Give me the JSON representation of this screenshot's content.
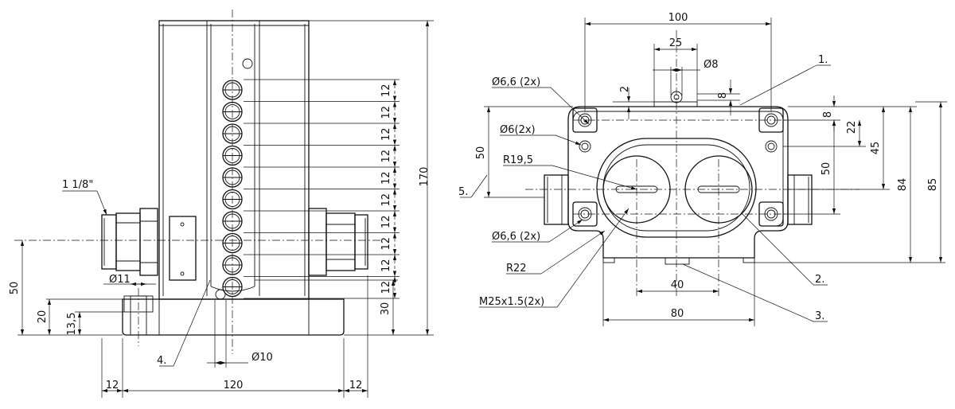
{
  "side_view": {
    "thread_label": "1 1/8\"",
    "dim_total_height": "170",
    "dim_pitch": "12",
    "dim_base_height": "30",
    "dim_mount_height": "50",
    "dim_hole_height": "20",
    "dim_counterbore_height": "13,5",
    "dim_hole_dia": "Ø11",
    "dim_pin_dia": "Ø10",
    "dim_width": "120",
    "dim_left_flange": "12",
    "dim_right_flange": "12",
    "callout_4": "4."
  },
  "front_view": {
    "dim_width_top": "100",
    "dim_slot_width": "25",
    "dim_pin_dia": "Ø8",
    "dim_two": "2",
    "dim_eight_top": "8",
    "dim_eight_right": "8",
    "dim_22": "22",
    "dim_45": "45",
    "dim_50_left": "50",
    "dim_50_right": "50",
    "dim_84": "84",
    "dim_85": "85",
    "dim_40": "40",
    "dim_80": "80",
    "label_hole_top": "Ø6,6 (2x)",
    "label_hole_mid": "Ø6(2x)",
    "label_r19": "R19,5",
    "label_hole_bottom": "Ø6,6 (2x)",
    "label_r22": "R22",
    "label_thread": "M25x1.5(2x)",
    "callout_1": "1.",
    "callout_2": "2.",
    "callout_3": "3.",
    "callout_5": "5."
  }
}
